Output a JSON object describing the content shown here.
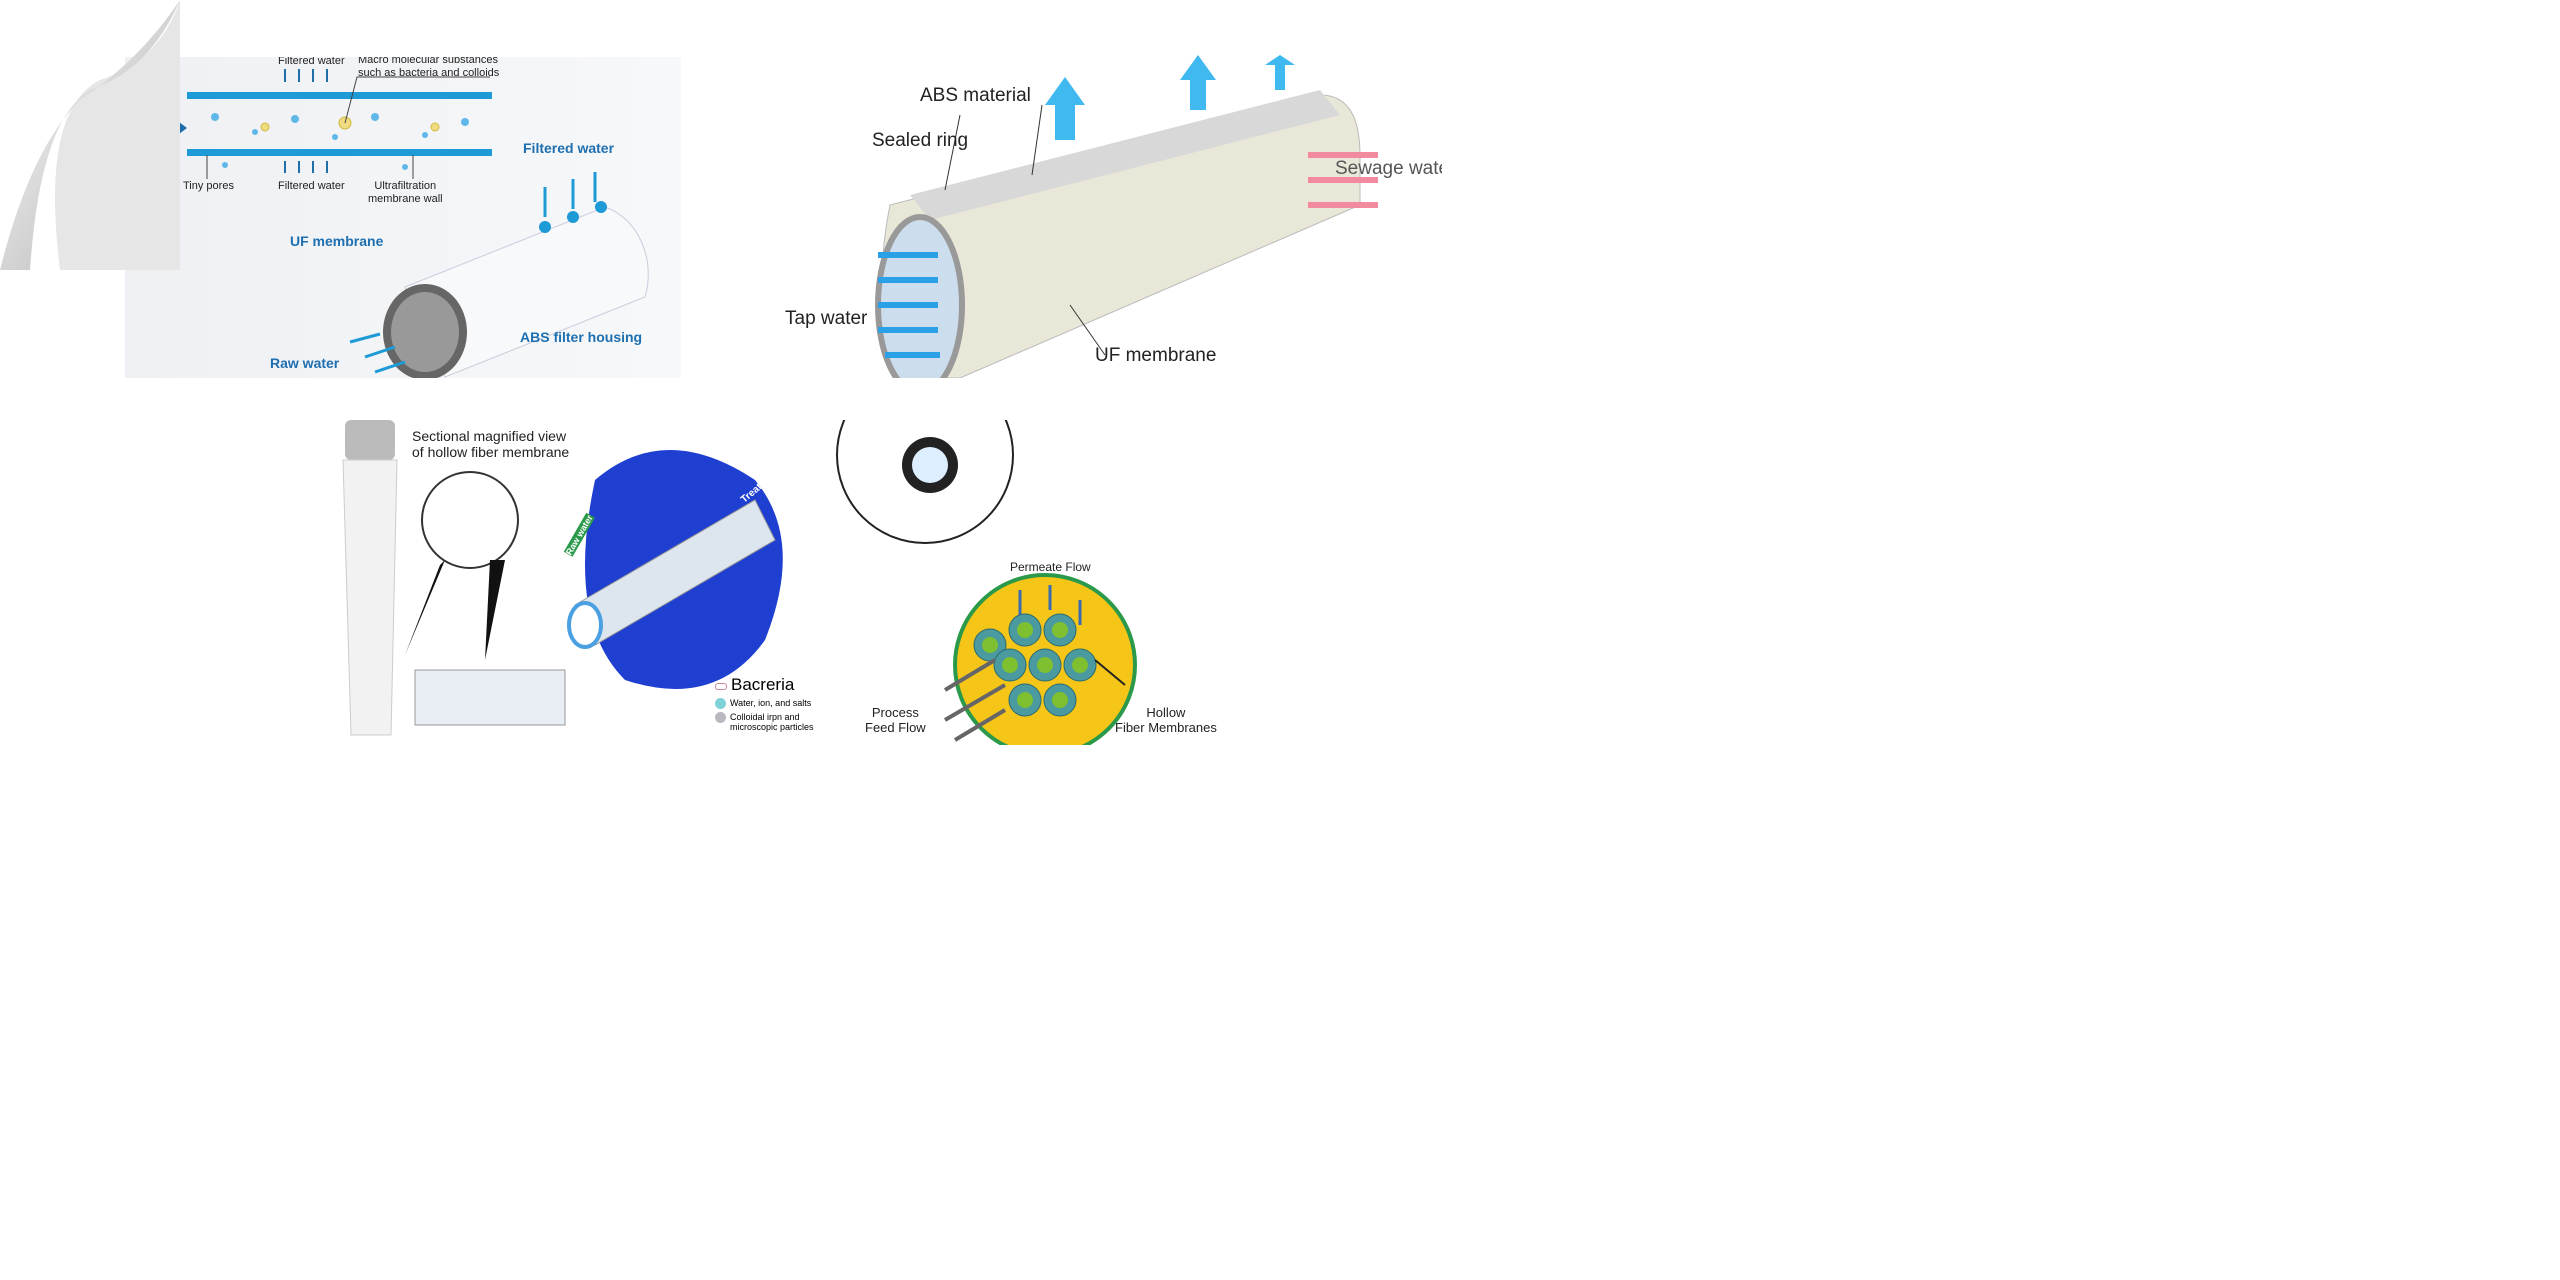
{
  "panel_a": {
    "filtered_water_top": "Filtered water",
    "macro": "Macro molecular substances",
    "macro2": "such as bacteria and colloids",
    "tiny_pores": "Tiny pores",
    "filtered_water_bottom": "Filtered water",
    "uf_wall": "Ultrafiltration",
    "uf_wall2": "membrane wall",
    "filtered_water_big": "Filtered water",
    "uf_membrane": "UF membrane",
    "abs_housing": "ABS filter housing",
    "raw_water": "Raw water"
  },
  "panel_b": {
    "abs_material": "ABS material",
    "sealed_ring": "Sealed ring",
    "sewage_water": "Sewage water",
    "tap_water": "Tap water",
    "uf_membrane": "UF membrane"
  },
  "panel_c": {
    "sectional": "Sectional magnified view",
    "sectional2": "of hollow fiber membrane",
    "treated_water": "Treated water",
    "raw_water": "Raw water",
    "legend": [
      {
        "label": "Bacreria",
        "color": "#e8c8d0"
      },
      {
        "label": "Water, ion, and salts",
        "color": "#7fd3d8"
      },
      {
        "label": "Colloidal irpn and",
        "label2": "microscopic particles",
        "color": "#b8b8c0"
      }
    ]
  },
  "panel_d": {
    "permeate": "Permeate Flow",
    "process": "Process",
    "process2": "Feed Flow",
    "hollow": "Hollow",
    "hollow2": "Fiber Membranes"
  }
}
